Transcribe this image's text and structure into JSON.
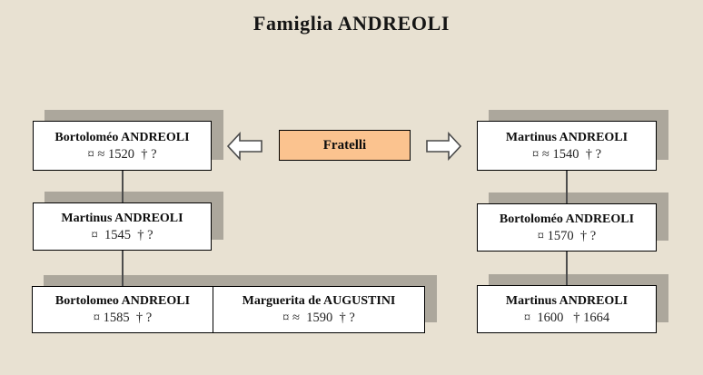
{
  "title": "Famiglia ANDREOLI",
  "center": {
    "label": "Fratelli",
    "icons": {
      "left": "block-arrow-left",
      "right": "block-arrow-right"
    }
  },
  "left_branch": {
    "generations": [
      {
        "name": "Bortoloméo ANDREOLI",
        "dates": "¤ ≈ 1520  † ?"
      },
      {
        "name": "Martinus ANDREOLI",
        "dates": "¤  1545  † ?"
      },
      {
        "name": "Bortolomeo ANDREOLI",
        "dates": "¤ 1585  † ?"
      },
      {
        "name": "Marguerita de AUGUSTINI",
        "dates": "¤ ≈  1590  † ?"
      }
    ]
  },
  "right_branch": {
    "generations": [
      {
        "name": "Martinus ANDREOLI",
        "dates": "¤ ≈ 1540  † ?"
      },
      {
        "name": "Bortoloméo ANDREOLI",
        "dates": "¤ 1570  † ?"
      },
      {
        "name": "Martinus ANDREOLI",
        "dates": "¤  1600   † 1664"
      }
    ]
  },
  "colors": {
    "background": "#e8e1d2",
    "box_fill": "#ffffff",
    "box_border": "#000000",
    "shadow": "#aca79c",
    "accent_fratelli": "#fbc38f",
    "connector_line": "#4d4d4d",
    "arrow_outline": "#4a4a4a"
  }
}
